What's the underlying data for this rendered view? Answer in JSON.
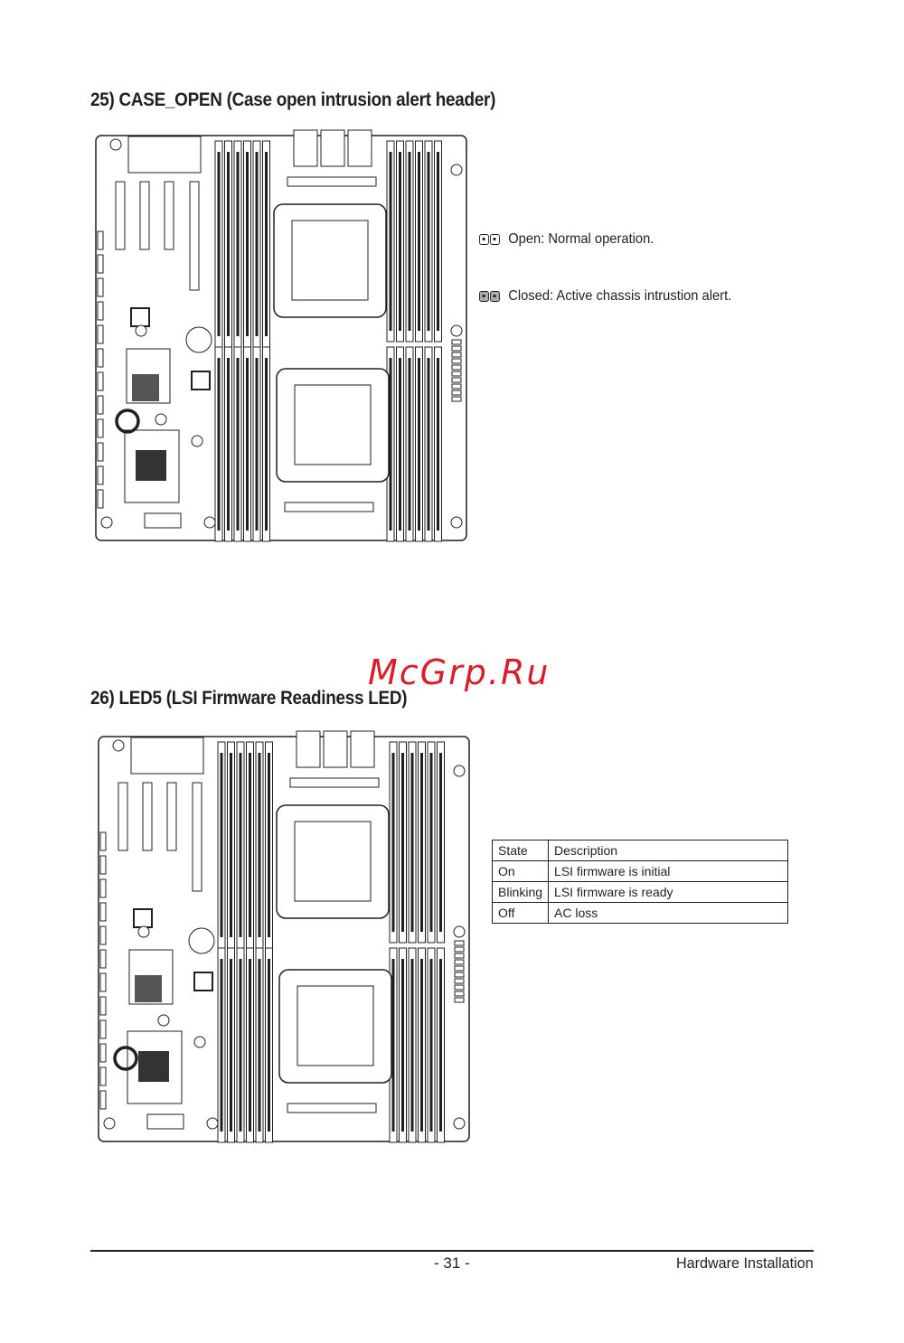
{
  "section25": {
    "heading": "25)  CASE_OPEN (Case open intrusion alert header)",
    "legend": [
      {
        "state": "open",
        "label": "Open: Normal operation."
      },
      {
        "state": "closed",
        "label": "Closed: Active chassis intrustion alert."
      }
    ]
  },
  "section26": {
    "heading": "26)  LED5 (LSI Firmware Readiness LED)",
    "table": {
      "headers": [
        "State",
        "Description"
      ],
      "rows": [
        [
          "On",
          "LSI firmware is initial"
        ],
        [
          "Blinking",
          "LSI  firmware is ready"
        ],
        [
          "Off",
          "AC loss"
        ]
      ]
    }
  },
  "watermark": "McGrp.Ru",
  "footer": {
    "page": "- 31 -",
    "section": "Hardware Installation"
  }
}
